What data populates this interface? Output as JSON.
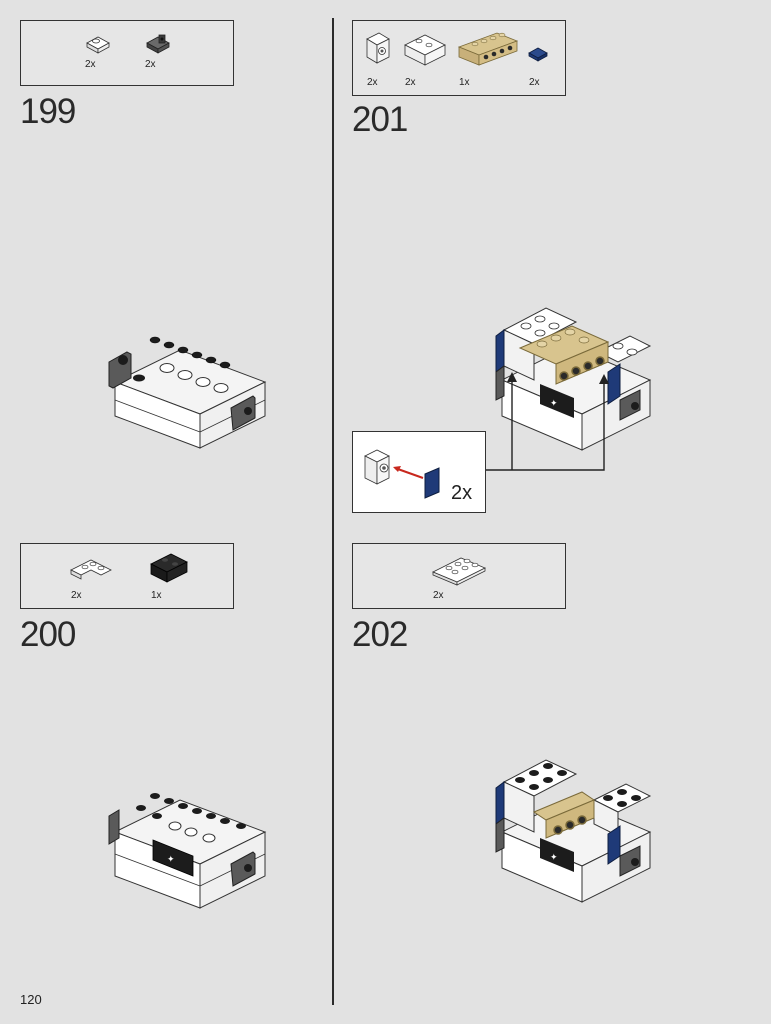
{
  "page_number": "120",
  "steps": [
    {
      "number": "199",
      "parts": [
        {
          "qty": "2x",
          "icon": "white-plate-1x1-clip-icon"
        },
        {
          "qty": "2x",
          "icon": "dark-gray-plate-clip-icon"
        }
      ]
    },
    {
      "number": "200",
      "parts": [
        {
          "qty": "2x",
          "icon": "white-corner-plate-icon"
        },
        {
          "qty": "1x",
          "icon": "black-brick-1x2-icon"
        }
      ]
    },
    {
      "number": "201",
      "parts": [
        {
          "qty": "2x",
          "icon": "white-brick-side-stud-icon"
        },
        {
          "qty": "2x",
          "icon": "white-bracket-brick-icon"
        },
        {
          "qty": "1x",
          "icon": "tan-technic-brick-1x4-icon"
        },
        {
          "qty": "2x",
          "icon": "blue-tile-1x1-icon"
        }
      ],
      "callout": {
        "qty": "2x"
      }
    },
    {
      "number": "202",
      "parts": [
        {
          "qty": "2x",
          "icon": "white-plate-2x3-icon"
        }
      ]
    }
  ],
  "colors": {
    "background": "#e2e2e2",
    "white_brick": "#ffffff",
    "dark_gray": "#5a5a5a",
    "black": "#1c1c1c",
    "tan": "#d8c48e",
    "blue": "#1f3a78",
    "arrow_red": "#c8281e"
  }
}
